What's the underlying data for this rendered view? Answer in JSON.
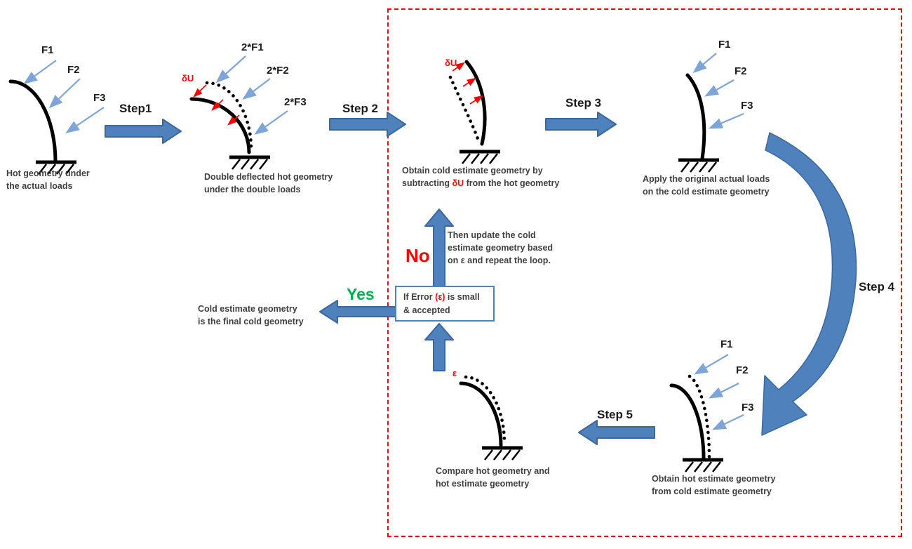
{
  "diagram": {
    "steps": {
      "s1": "Step1",
      "s2": "Step 2",
      "s3": "Step 3",
      "s4": "Step 4",
      "s5": "Step 5"
    },
    "panels": {
      "hot": {
        "forces": [
          "F1",
          "F2",
          "F3"
        ],
        "caption": [
          "Hot geometry under",
          "the actual loads"
        ]
      },
      "double": {
        "forces": [
          "2*F1",
          "2*F2",
          "2*F3"
        ],
        "delta": "δU",
        "caption": [
          "Double deflected hot geometry",
          "under the double loads"
        ]
      },
      "cold_estimate": {
        "delta": "δU",
        "caption_line1": "Obtain cold estimate geometry by",
        "caption_line2_pre": "subtracting ",
        "caption_line2_red": "δU",
        "caption_line2_post": " from the hot geometry"
      },
      "apply_loads": {
        "forces": [
          "F1",
          "F2",
          "F3"
        ],
        "caption": [
          "Apply the original actual loads",
          "on the cold estimate geometry"
        ]
      },
      "hot_estimate": {
        "forces": [
          "F1",
          "F2",
          "F3"
        ],
        "caption": [
          "Obtain hot estimate geometry",
          "from cold estimate geometry"
        ]
      },
      "compare": {
        "epsilon": "ε",
        "caption": [
          "Compare hot geometry and",
          "hot estimate geometry"
        ]
      }
    },
    "decision": {
      "line1_pre": "If Error ",
      "line1_red": "(ε)",
      "line1_post": " is small",
      "line2": "& accepted"
    },
    "branch": {
      "yes": "Yes",
      "no": "No"
    },
    "yes_result": [
      "Cold estimate geometry",
      "is the final cold geometry"
    ],
    "no_note": [
      "Then update the cold",
      "estimate geometry based",
      "on ε and repeat the loop."
    ]
  },
  "colors": {
    "arrow_blue": "#4f81bd",
    "arrow_blue_border": "#3a679e",
    "force_blue": "#7da5d8",
    "red": "#ff0000",
    "green": "#00b050",
    "caption_text": "#3f3f3f",
    "beam_black": "#000000"
  }
}
